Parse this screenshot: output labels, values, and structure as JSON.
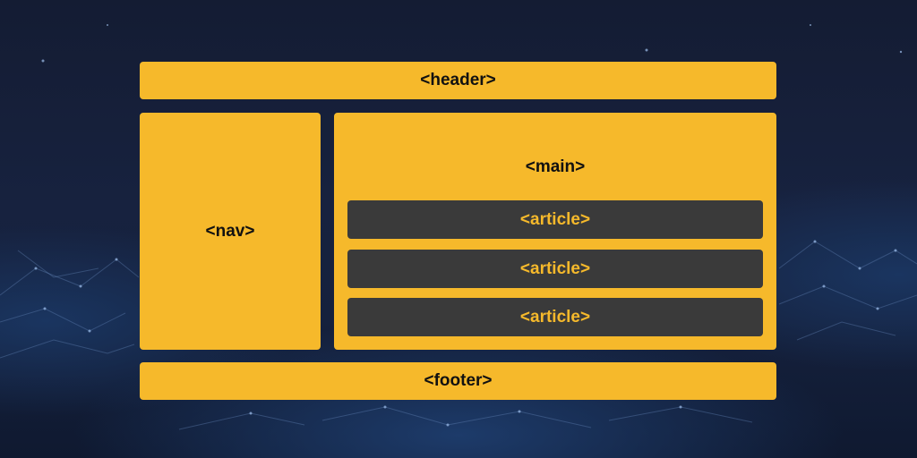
{
  "colors": {
    "block": "#f6b92b",
    "article": "#3a3a3a",
    "block_text": "#111111",
    "article_text": "#f6b92b",
    "background": "#15203b"
  },
  "diagram": {
    "header": "<header>",
    "nav": "<nav>",
    "main": "<main>",
    "articles": [
      "<article>",
      "<article>",
      "<article>"
    ],
    "footer": "<footer>"
  }
}
